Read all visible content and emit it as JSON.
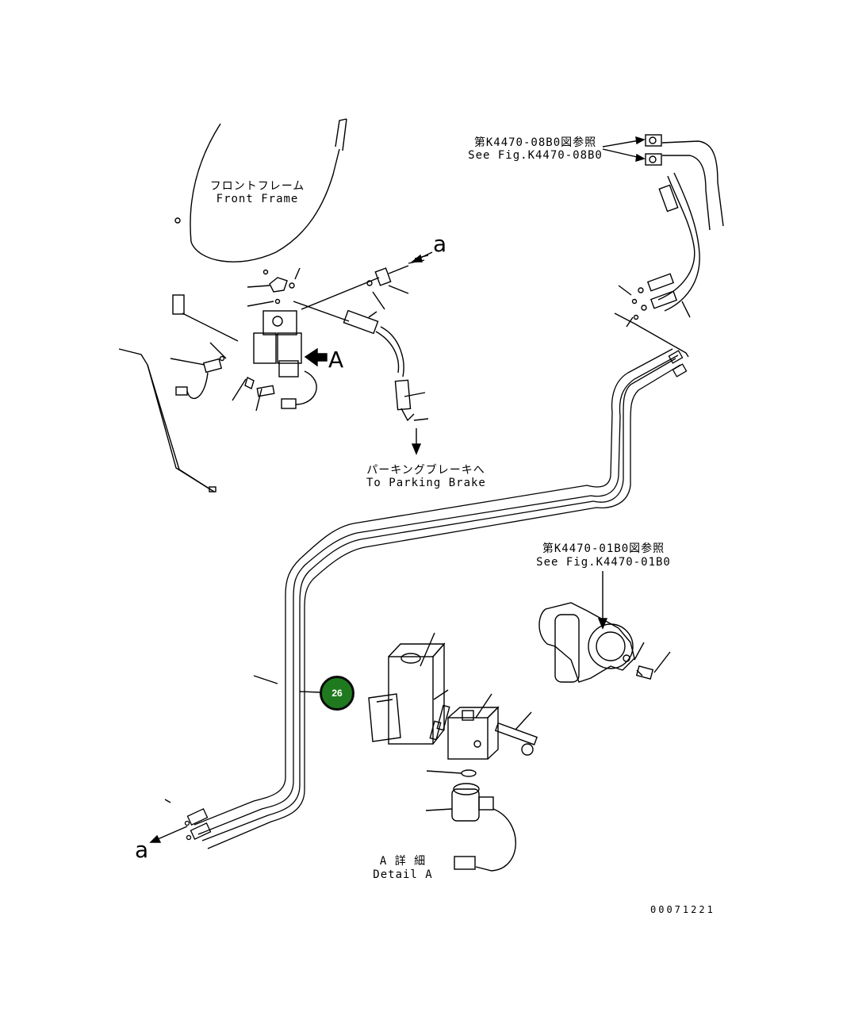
{
  "labels": {
    "front_frame_jp": "フロントフレーム",
    "front_frame_en": "Front Frame",
    "parking_jp": "パーキングブレーキへ",
    "parking_en": "To Parking Brake",
    "see_top_jp": "第K4470-08B0図参照",
    "see_top_en": "See Fig.K4470-08B0",
    "see_mid_jp": "第K4470-01B0図参照",
    "see_mid_en": "See Fig.K4470-01B0",
    "detail_jp": "A 詳 細",
    "detail_en": "Detail A",
    "view_arrow_letter": "A",
    "conn_top": "a",
    "conn_bottom": "a",
    "drawing_number": "00071221"
  },
  "callouts": [
    {
      "number": "26",
      "color": "#1f7a1f"
    }
  ]
}
